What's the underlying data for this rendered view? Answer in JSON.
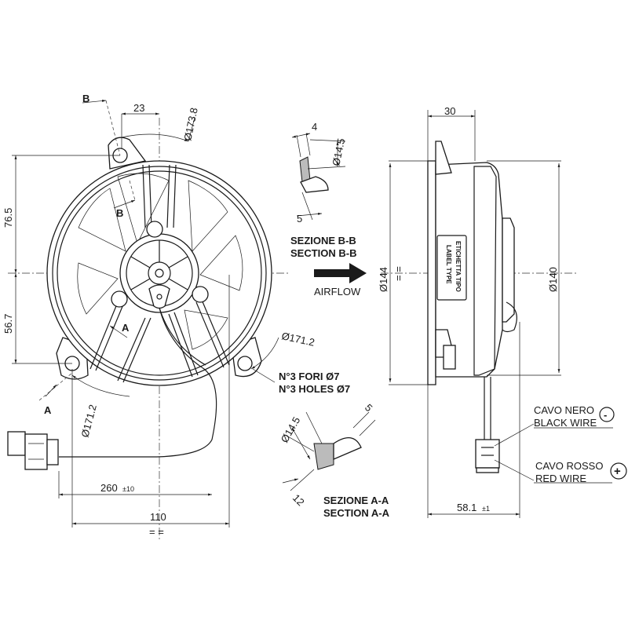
{
  "front_view": {
    "section_b_marker": "B",
    "section_b_marker_2": "B",
    "section_a_marker": "A",
    "section_a_marker_2": "A",
    "dim_23": "23",
    "dim_diameter_173_8": "Ø173.8",
    "dim_76_5": "76.5",
    "dim_56_7": "56.7",
    "dim_diameter_171_2_right": "Ø171.2",
    "dim_diameter_171_2_left": "Ø171.2",
    "holes_note_it": "N°3 FORI Ø7",
    "holes_note_en": "N°3 HOLES Ø7",
    "dim_cable_length": "260",
    "dim_cable_tolerance": "±10",
    "dim_110": "110",
    "symmetry_mark": "= ="
  },
  "section_b": {
    "dim_4": "4",
    "dim_diameter": "Ø14.5",
    "dim_5": "5",
    "title_it": "SEZIONE B-B",
    "title_en": "SECTION B-B"
  },
  "airflow": {
    "label": "AIRFLOW"
  },
  "section_a": {
    "dim_diameter": "Ø14.5",
    "dim_5": "5",
    "dim_12": "12",
    "title_it": "SEZIONE A-A",
    "title_en": "SECTION A-A"
  },
  "side_view": {
    "dim_30": "30",
    "dim_diameter_144": "Ø144",
    "symmetry_mark": "= =",
    "label_type_it": "ETICHETTA TIPO",
    "label_type_en": "LABEL TYPE",
    "dim_diameter_140": "Ø140",
    "black_wire_it": "CAVO NERO",
    "black_wire_en": "BLACK WIRE",
    "black_wire_symbol": "-",
    "red_wire_it": "CAVO ROSSO",
    "red_wire_en": "RED WIRE",
    "red_wire_symbol": "+",
    "dim_depth": "58.1",
    "dim_depth_tolerance": "±1"
  }
}
